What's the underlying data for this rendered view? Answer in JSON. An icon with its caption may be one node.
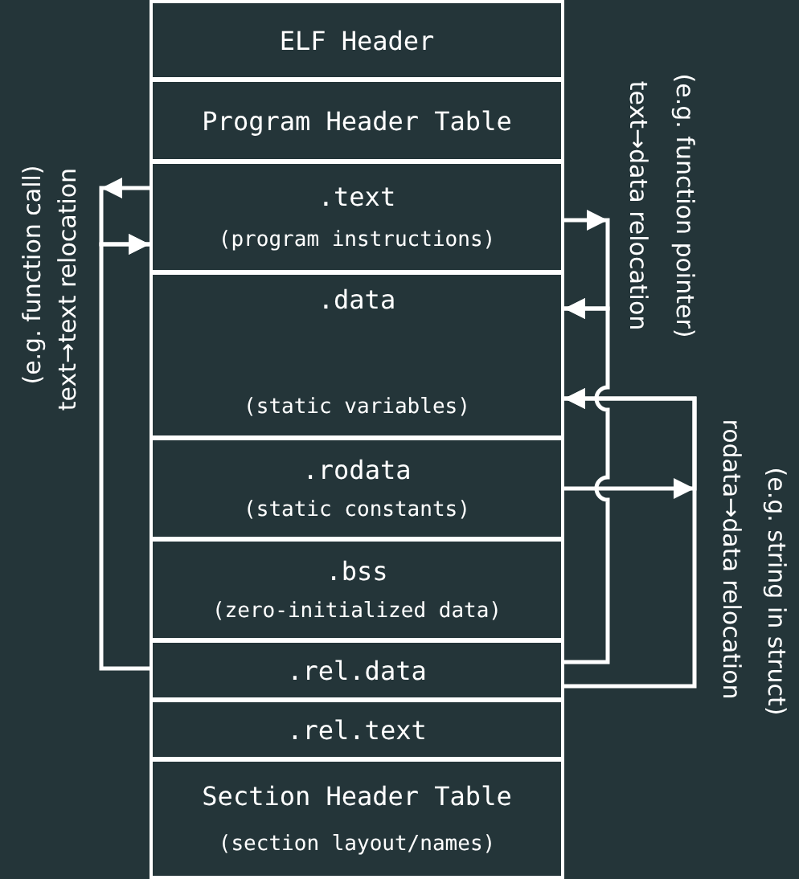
{
  "diagram": {
    "nodes": [
      {
        "text": [
          "ELF Header"
        ]
      },
      {
        "text": [
          "Program Header Table"
        ]
      },
      {
        "text": [
          ".text",
          "(program instructions)"
        ]
      },
      {
        "text": [
          ".data",
          "(static variables)"
        ]
      },
      {
        "text": [
          ".rodata",
          "(static constants)"
        ]
      },
      {
        "text": [
          ".bss",
          "(zero-initialized data)"
        ]
      },
      {
        "text": [
          ".rel.data"
        ]
      },
      {
        "text": [
          ".rel.text"
        ]
      },
      {
        "text": [
          "Section Header Table",
          "(section layout/names)"
        ]
      }
    ],
    "edges": [
      {
        "from": 2,
        "to": 2,
        "arrow": "to"
      },
      {
        "from": 6,
        "to": 2,
        "arrow": "to"
      },
      {
        "from": 2,
        "to": 3,
        "arrow": "to"
      },
      {
        "from": 6,
        "to": 3,
        "arrow": "to"
      },
      {
        "from": 4,
        "to": 3,
        "arrow": "to"
      },
      {
        "from": 6,
        "to": 3,
        "arrow": "to"
      }
    ],
    "labels": [
      "(e.g. function call)",
      "text→text relocation",
      "(e.g. function pointer)",
      "text→data relocation",
      "(e.g. string in struct)",
      "rodata→data relocation"
    ]
  }
}
